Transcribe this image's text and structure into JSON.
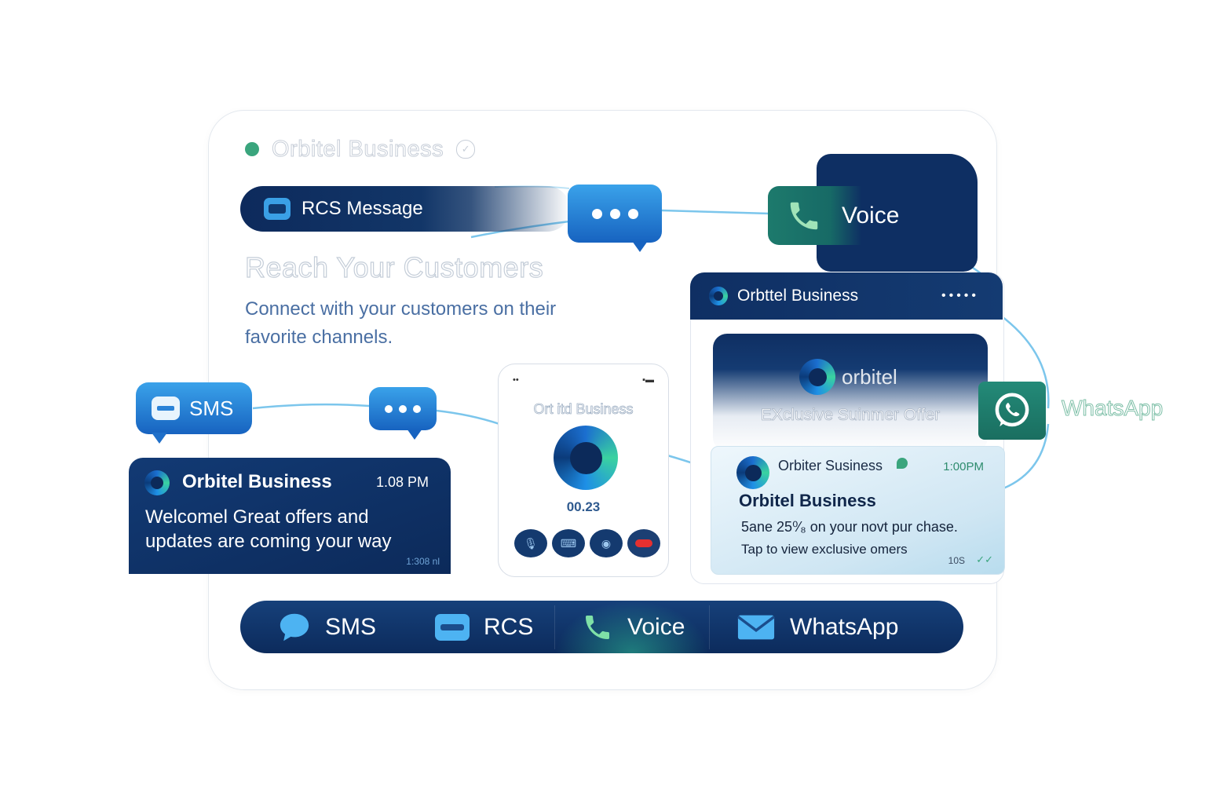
{
  "header": {
    "brand_name": "Orbitel Business"
  },
  "channels_top": {
    "rcs_label": "RCS Message",
    "voice_label": "Voice",
    "whatsapp_label": "WhatsApp",
    "sms_label": "SMS"
  },
  "hero": {
    "headline": "Reach Your Customers",
    "subheadline": "Connect with your customers on their favorite channels."
  },
  "sms_message": {
    "sender": "Orbitel Business",
    "time": "1.08 PM",
    "text": "Welcomel Great offers and updates are coming your way",
    "status": "1:308 nl"
  },
  "call_screen": {
    "caller": "Ort itd Business",
    "duration": "00.23"
  },
  "business_panel": {
    "title": "Orbttel Business",
    "menu_dots": "•••••",
    "promo_logo_text": "orbitel",
    "promo_title": "EXclusive Suinmer Offer"
  },
  "rcs_notification": {
    "sender": "Orbiter Susiness",
    "time": "1:00PM",
    "title": "Orbitel Business",
    "line1": "5ane 25⁰⁄₈ on your novt pur chase.",
    "line2": "Tap to view exclusive omers",
    "status": "10S"
  },
  "tabbar": {
    "tabs": [
      {
        "label": "SMS",
        "icon": "chat-bubble-icon"
      },
      {
        "label": "RCS",
        "icon": "rcs-message-icon"
      },
      {
        "label": "Voice",
        "icon": "phone-icon"
      },
      {
        "label": "WhatsApp",
        "icon": "envelope-icon"
      }
    ]
  },
  "colors": {
    "navy": "#0e2f63",
    "blue": "#1e8fe6",
    "green": "#1d7a6c",
    "accent_teal": "#3ad2a0"
  }
}
